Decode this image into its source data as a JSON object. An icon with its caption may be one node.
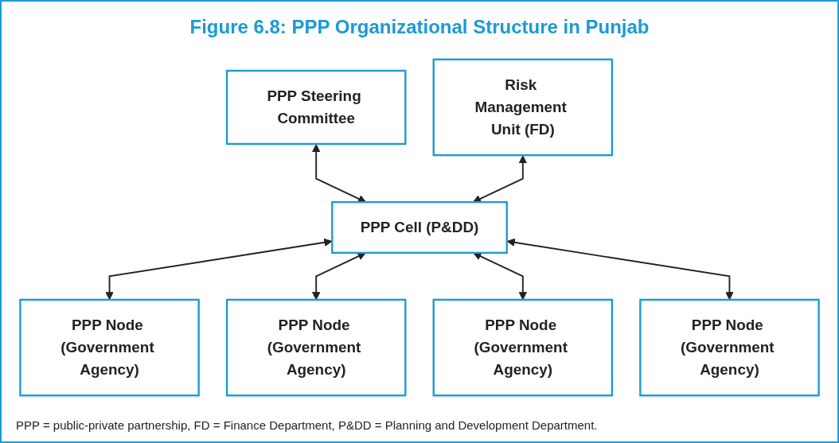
{
  "diagram": {
    "title": "Figure 6.8: PPP Organizational Structure in Punjab",
    "caption": "PPP = public-private partnership, FD = Finance Department, P&DD = Planning and Development Department.",
    "nodes": [
      {
        "text": [
          "PPP Steering Committee"
        ]
      },
      {
        "text": [
          "Risk Management Unit (FD)"
        ]
      },
      {
        "text": [
          "PPP Cell (P&DD)"
        ]
      },
      {
        "text": [
          "PPP Node (Government Agency)"
        ]
      },
      {
        "text": [
          "PPP Node (Government Agency)"
        ]
      },
      {
        "text": [
          "PPP Node (Government Agency)"
        ]
      },
      {
        "text": [
          "PPP Node (Government Agency)"
        ]
      }
    ],
    "edges": [
      {
        "from": 0,
        "to": 2,
        "arrow": "both"
      },
      {
        "from": 1,
        "to": 2,
        "arrow": "both"
      },
      {
        "from": 2,
        "to": 3,
        "arrow": "both"
      },
      {
        "from": 2,
        "to": 4,
        "arrow": "both"
      },
      {
        "from": 2,
        "to": 5,
        "arrow": "both"
      },
      {
        "from": 2,
        "to": 6,
        "arrow": "both"
      }
    ]
  }
}
